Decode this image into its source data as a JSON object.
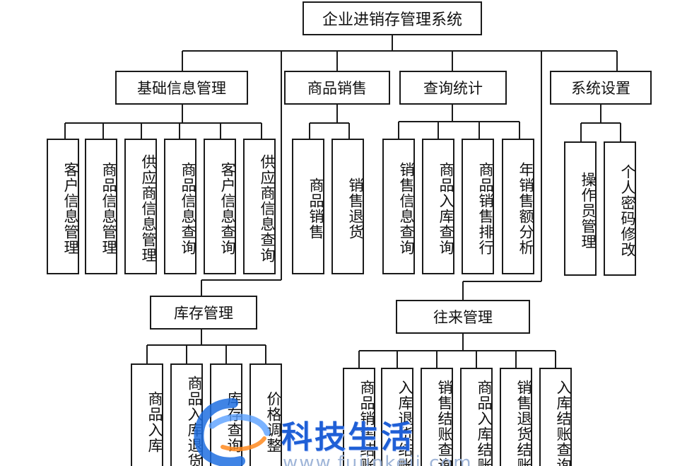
{
  "title": "企业进销存管理系统",
  "modules": {
    "basic": {
      "label": "基础信息管理",
      "children": [
        "客户信息管理",
        "商品信息管理",
        "供应商信息管理",
        "商品信息查询",
        "客户信息查询",
        "供应商信息查询"
      ]
    },
    "sales": {
      "label": "商品销售",
      "children": [
        "商品销售",
        "销售退货"
      ]
    },
    "query": {
      "label": "查询统计",
      "children": [
        "销售信息查询",
        "商品入库查询",
        "商品销售排行",
        "年销售额分析"
      ]
    },
    "settings": {
      "label": "系统设置",
      "children": [
        "操作员管理",
        "个人密码修改"
      ]
    },
    "inventory": {
      "label": "库存管理",
      "children": [
        "商品入库",
        "商品入库退货",
        "库存查询",
        "价格调整"
      ]
    },
    "accounts": {
      "label": "往来管理",
      "children": [
        "商品销售结账",
        "入库退货结账",
        "销售结账查询",
        "商品入库结账",
        "销售退货结账",
        "入库结账查询"
      ]
    }
  },
  "watermark": {
    "text": "科技生活",
    "url": "www.fujinkeji.com",
    "logo_icon": "globe-swirl-icon"
  }
}
